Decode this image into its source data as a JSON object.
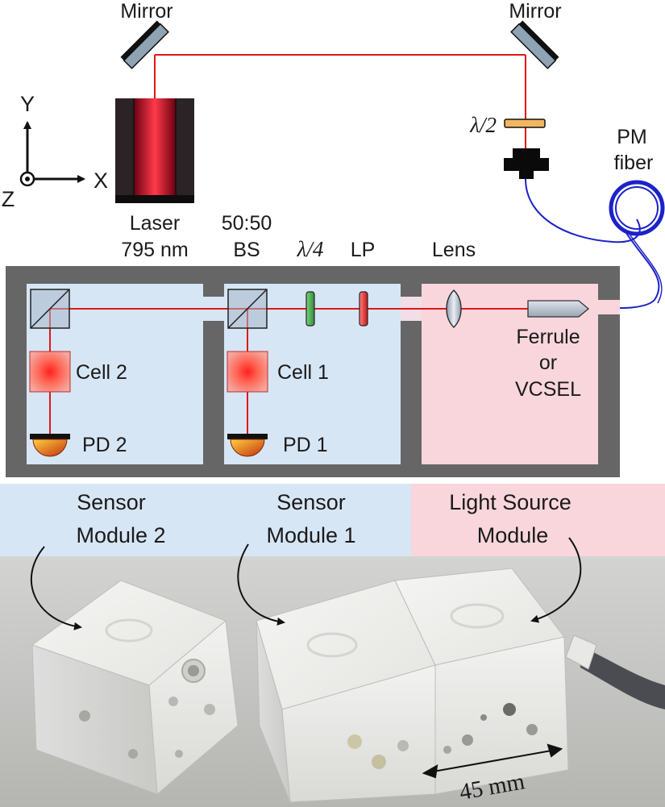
{
  "top": {
    "mirror_left": "Mirror",
    "mirror_right": "Mirror",
    "laser_line1": "Laser",
    "laser_line2": "795 nm",
    "halfwave": "λ/2",
    "pm_fiber_line1": "PM",
    "pm_fiber_line2": "fiber",
    "axis_y": "Y",
    "axis_x": "X",
    "axis_z": "Z"
  },
  "components": {
    "bs_line1": "50:50",
    "bs_line2": "BS",
    "quarterwave": "λ/4",
    "lp": "LP",
    "lens": "Lens",
    "ferrule_line1": "Ferrule",
    "ferrule_line2": "or",
    "ferrule_line3": "VCSEL",
    "cell2": "Cell 2",
    "cell1": "Cell 1",
    "pd2": "PD 2",
    "pd1": "PD 1"
  },
  "modules": {
    "sensor2_line1": "Sensor",
    "sensor2_line2": "Module 2",
    "sensor1_line1": "Sensor",
    "sensor1_line2": "Module 1",
    "source_line1": "Light Source",
    "source_line2": "Module"
  },
  "photo": {
    "dimension": "45 mm"
  },
  "colors": {
    "beam": "#e01818",
    "sensor_fill": "#d7e6f5",
    "source_fill": "#f8d6dc",
    "housing": "#666666",
    "fiber": "#1c22c8"
  }
}
